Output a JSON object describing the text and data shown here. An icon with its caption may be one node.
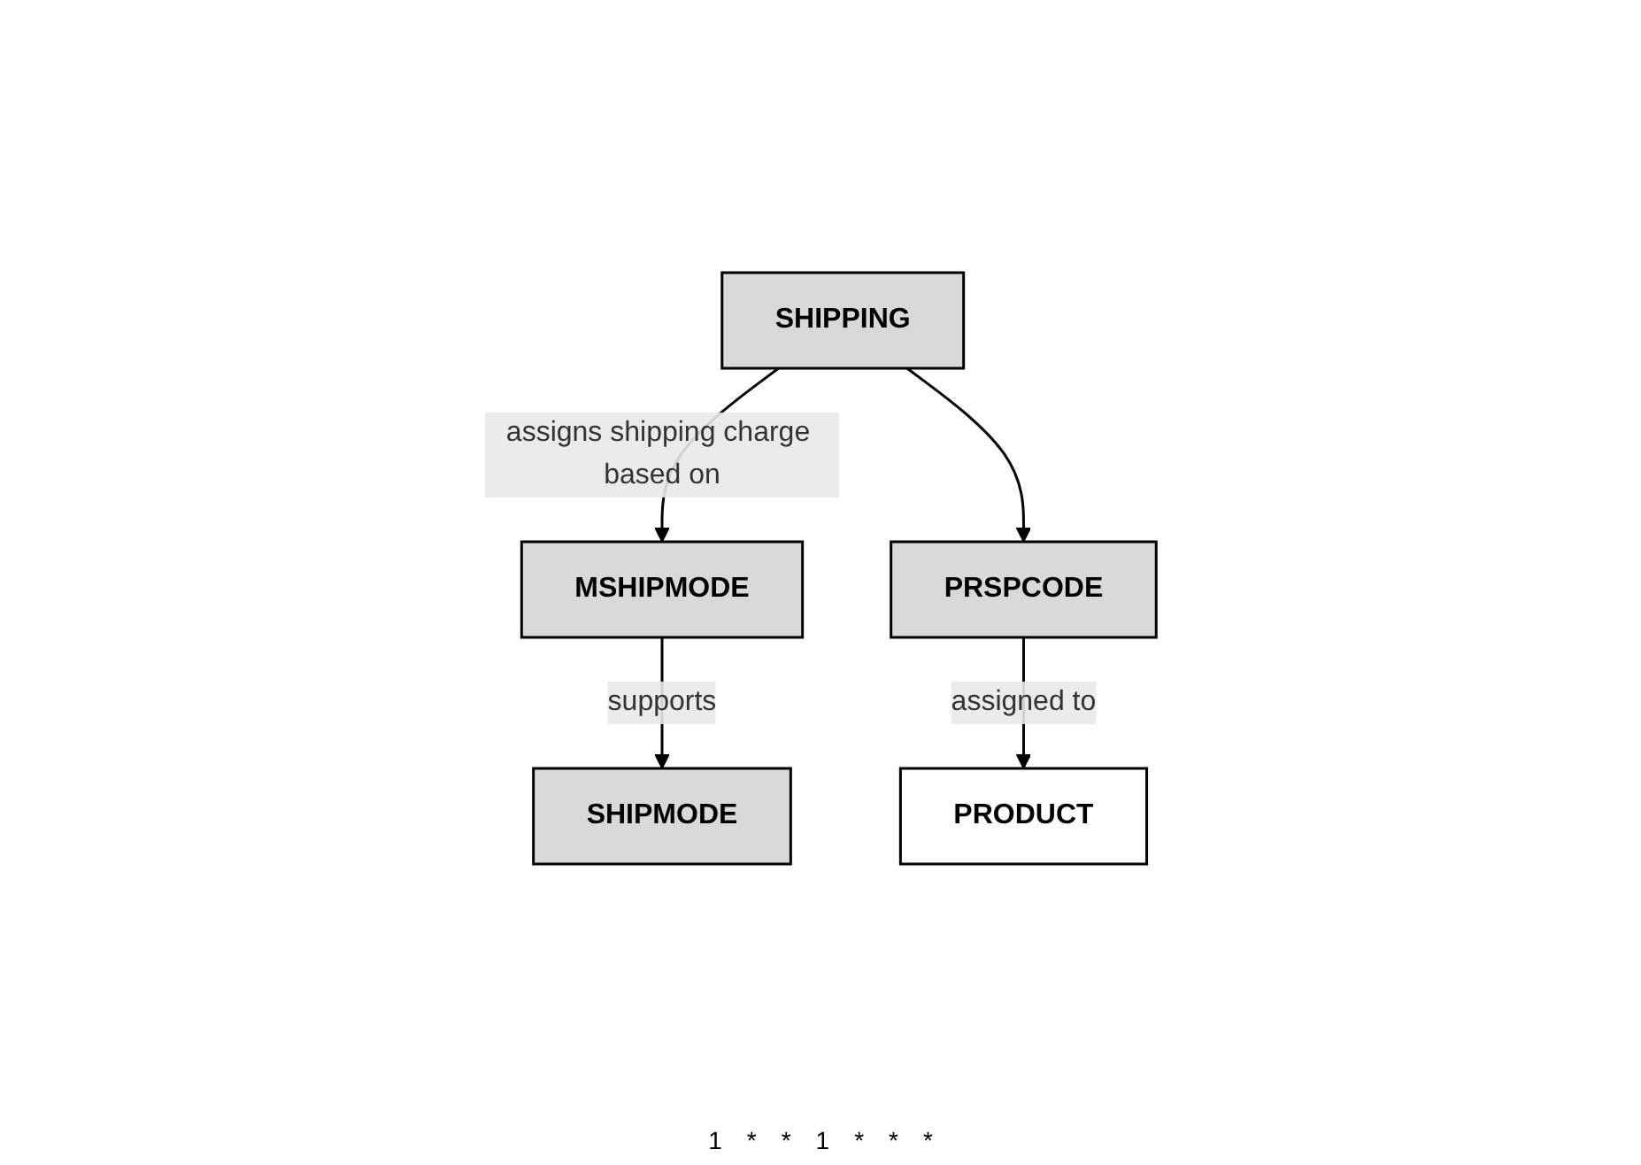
{
  "diagram": {
    "nodes": [
      {
        "text": [
          "SHIPPING"
        ]
      },
      {
        "text": [
          "MSHIPMODE"
        ]
      },
      {
        "text": [
          "PRSPCODE"
        ]
      },
      {
        "text": [
          "SHIPMODE"
        ]
      },
      {
        "text": [
          "PRODUCT"
        ]
      }
    ],
    "edges": [
      {
        "from": 0,
        "to": 1,
        "arrow": "to",
        "label": "assigns shipping charge based on"
      },
      {
        "from": 0,
        "to": 2,
        "arrow": "to"
      },
      {
        "from": 1,
        "to": 3,
        "arrow": "to",
        "label": "supports"
      },
      {
        "from": 2,
        "to": 4,
        "arrow": "to",
        "label": "assigned to"
      }
    ],
    "labels": [
      "1",
      "*",
      "*",
      "1",
      "*",
      "*",
      "*"
    ]
  }
}
